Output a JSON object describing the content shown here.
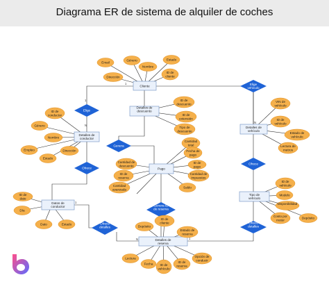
{
  "title": "Diagrama ER de sistema de alquiler de coches",
  "entities": {
    "cliente": "Cliente",
    "detalles_conductor": "Detalles de conductor",
    "detalles_descuento": "Detalles de descuento",
    "detalles_vehiculo": "Detalles de vehículo",
    "pago": "Pago",
    "datos_conductor": "Datos de conductor",
    "tipo_vehiculo": "Tipo de vehículo",
    "detalles_reserva": "Detalles de reserva"
  },
  "relationships": {
    "elige": "Elige",
    "elige_vehiculo": "Elige vehículo",
    "genera": "Genera",
    "ofrece_left": "Ofrece",
    "ofrece_right": "Ofrece",
    "ofrece_detalles_left": "Ofrece detalles",
    "ofrece_detalles_right": "Ofrece detalles",
    "genera_id_reserva": "Genera ID de reserva"
  },
  "attributes": {
    "cliente_email": "Email",
    "cliente_genero": "Género",
    "cliente_nombre": "Nombre",
    "cliente_estado": "Estado",
    "cliente_direccion": "Dirección",
    "cliente_id": "ID de cliente",
    "dc_id_conductor": "ID de conductor",
    "dc_genero": "Género",
    "dc_nombre": "Nombre",
    "dc_empleo": "Empleo",
    "dc_estado": "Estado",
    "dc_direccion": "Dirección",
    "desc_id_descuento": "ID de descuento",
    "desc_id_extension": "ID de extensión",
    "desc_tipo_descuento": "Tipo de descuento",
    "veh_vin": "VIN de vehículo",
    "veh_id": "ID de vehículo",
    "veh_estado": "Estado de vehículo",
    "veh_lectura": "Lectura de metros",
    "pago_cantidad_total": "Cantidad total",
    "pago_fecha": "Fecha de pago",
    "pago_id": "ID de pago",
    "pago_cantidad_impuestos": "Cantidad de impuestos",
    "pago_saldo": "Saldo",
    "pago_cantidad_descuento": "Cantidad de descuento",
    "pago_id_reserva": "ID de reserva",
    "pago_cantidad_avanzada": "Cantidad avanzada",
    "dat_id_dato": "ID de dato",
    "dat_dia": "Día",
    "dat_dato": "Dato",
    "dat_estado": "Estado",
    "tipo_id": "ID de vehículo",
    "tipo_modelo": "Modelo",
    "tipo_disponibilidad": "Disponibilidad",
    "tipo_costo_motor": "Costo por motor",
    "tipo_deposito": "Depósito",
    "res_deposito": "Depósito",
    "res_id_cliente": "ID de cliente",
    "res_estado_reserva": "Estado de reserva",
    "res_lectura": "Lectura",
    "res_fecha": "Fecha",
    "res_id_vehiculo": "ID de vehículo",
    "res_id_reserva": "ID de reserva",
    "res_opcion_conducir": "Opción de conducir"
  },
  "cardinalities": {
    "one": "1",
    "many": "N"
  },
  "colors": {
    "entity_fill": "#eaf1fb",
    "entity_stroke": "#7e9cc8",
    "attribute_fill": "#f5b04b",
    "relationship_fill": "#1f63d6",
    "logo_gradient": [
      "#ff4f8b",
      "#5b6bff"
    ]
  }
}
